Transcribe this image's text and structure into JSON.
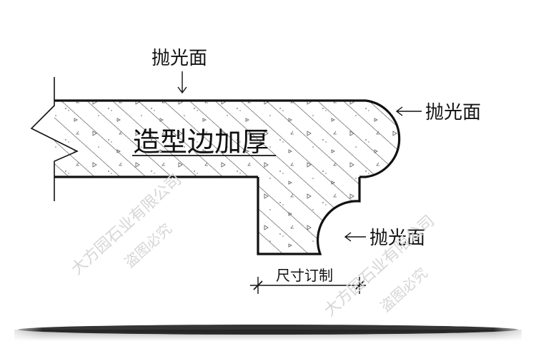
{
  "labels": {
    "top_polished": "抛光面",
    "right_polished": "抛光面",
    "lower_polished": "抛光面",
    "main_title": "造型边加厚",
    "dimension": "尺寸订制"
  },
  "watermark": {
    "company": "大方园石业有限公司",
    "notice": "盗图必究"
  },
  "colors": {
    "line": "#111111",
    "hatch": "#444444",
    "watermark": "#d6d6d6",
    "shadow": "#2a2a2a"
  }
}
